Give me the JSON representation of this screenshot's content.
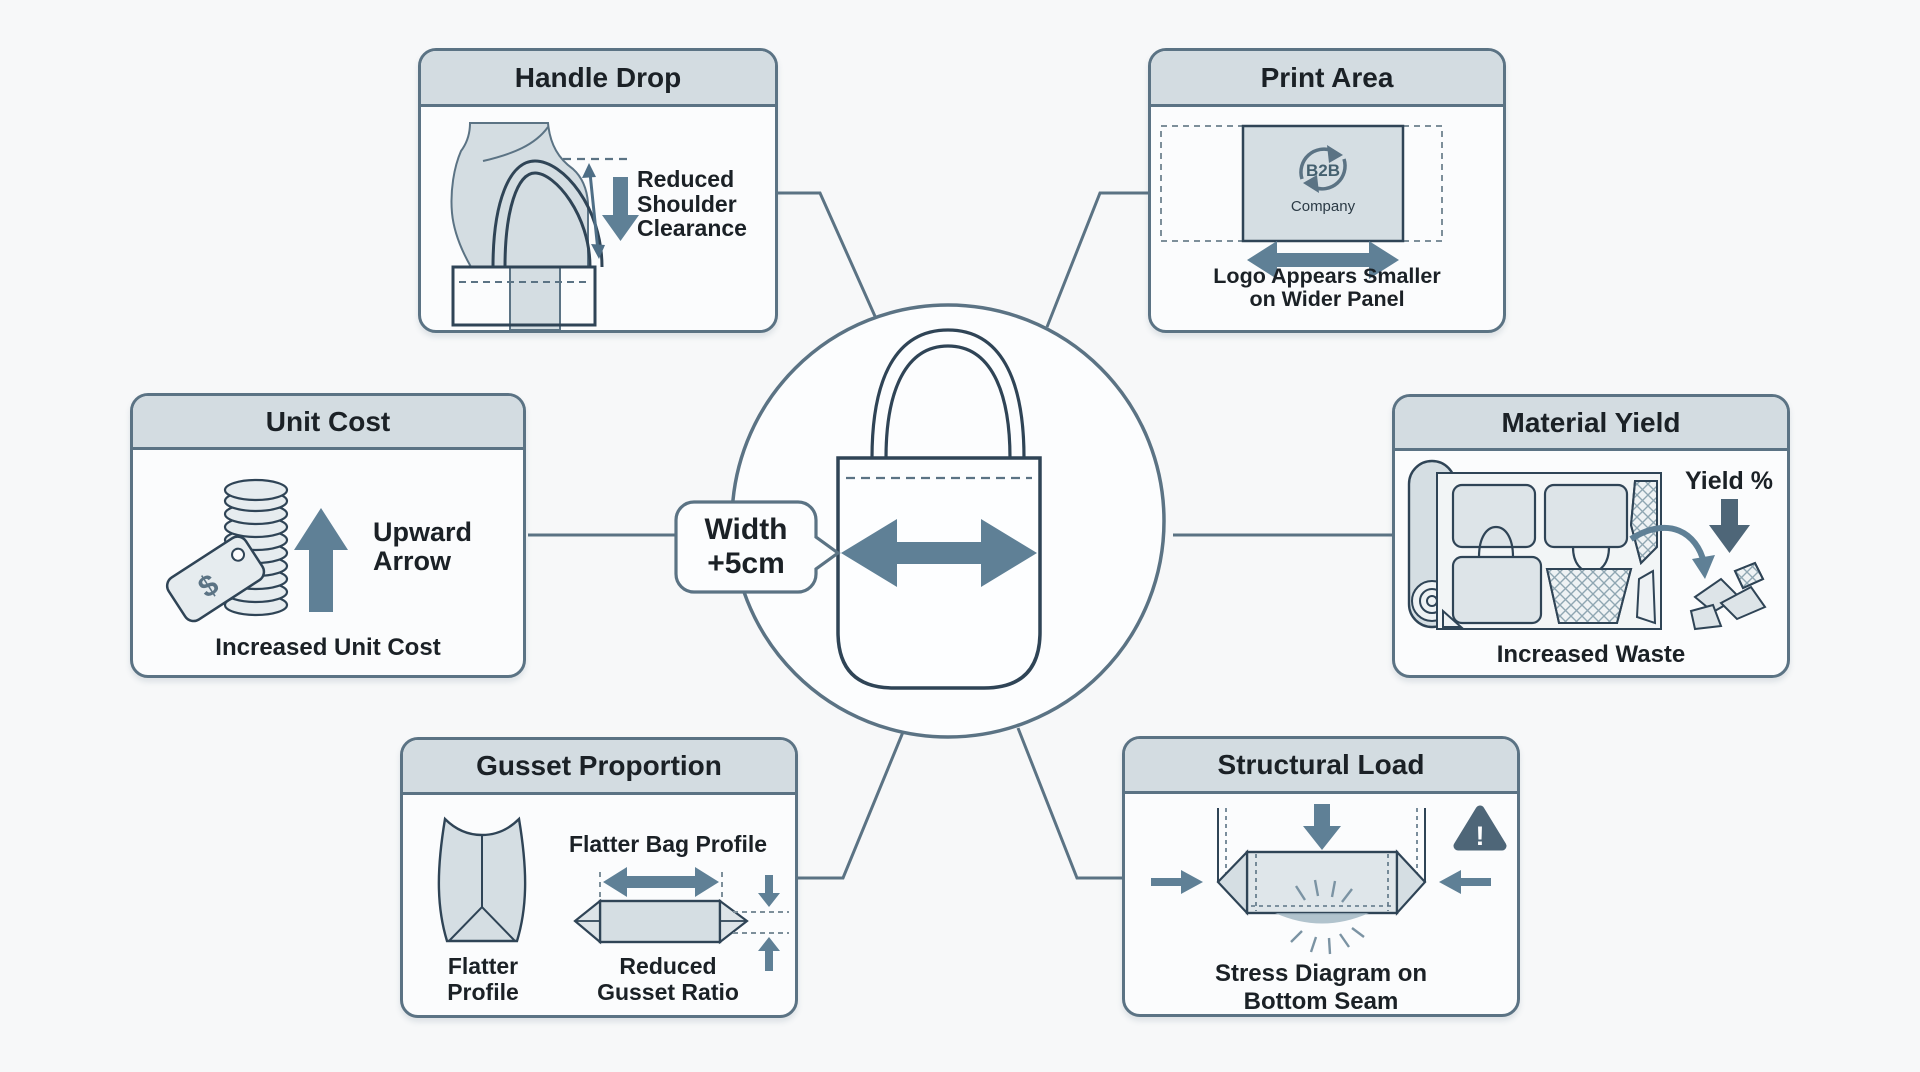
{
  "center": {
    "label": "Width\n+5cm"
  },
  "panels": {
    "handle_drop": {
      "title": "Handle Drop",
      "annotation": "Reduced\nShoulder\nClearance"
    },
    "print_area": {
      "title": "Print Area",
      "logo_text": "B2B",
      "logo_company": "Company",
      "caption": "Logo Appears Smaller\non Wider Panel"
    },
    "unit_cost": {
      "title": "Unit Cost",
      "tag_symbol": "$",
      "annotation": "Upward\nArrow",
      "caption": "Increased Unit Cost"
    },
    "material_yield": {
      "title": "Material Yield",
      "annotation": "Yield %",
      "caption": "Increased Waste"
    },
    "gusset_proportion": {
      "title": "Gusset Proportion",
      "annotation": "Flatter Bag Profile",
      "caption_left": "Flatter\nProfile",
      "caption_right": "Reduced\nGusset Ratio"
    },
    "structural_load": {
      "title": "Structural Load",
      "warning_mark": "!",
      "caption": "Stress Diagram on\nBottom Seam"
    }
  },
  "colors": {
    "background": "#f7f8f9",
    "panel_border": "#5b7384",
    "panel_header_fill": "#d3dce1",
    "panel_body_fill": "#fbfcfd",
    "icon_fill": "#d5dee3",
    "outline_dark": "#2f4456",
    "arrow_accent": "#5f8096",
    "warning_fill": "#4e6678",
    "text": "#1b2126"
  }
}
